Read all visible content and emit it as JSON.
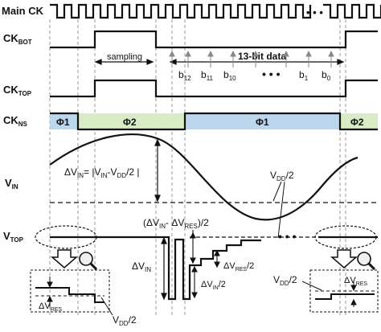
{
  "signals": {
    "main_ck": "Main CK",
    "ck_bot_main": "CK",
    "ck_bot_sub": "BOT",
    "ck_top_main": "CK",
    "ck_top_sub": "TOP",
    "ck_ns_main": "CK",
    "ck_ns_sub": "NS",
    "vin_main": "V",
    "vin_sub": "IN",
    "vtop_main": "V",
    "vtop_sub": "TOP"
  },
  "phases": [
    "Φ1",
    "Φ2",
    "Φ1",
    "Φ2"
  ],
  "annotations": {
    "sampling": "sampling",
    "data": "13-bit data",
    "ellipsis": "• • •",
    "ellipsis_top": "• • •",
    "delta_vin_eq": "ΔV",
    "delta_vin_eq_sub": "IN",
    "delta_vin_eq_rest": "= |V",
    "delta_vin_eq_sub2": "IN",
    "delta_vin_eq_rest2": "-V",
    "delta_vin_eq_sub3": "DD",
    "delta_vin_eq_rest3": "/2 |",
    "vdd2_top": "V",
    "vdd2_top_sub": "DD",
    "vdd2_top_rest": "/2",
    "half_diff_a": "(ΔV",
    "half_diff_a_sub": "IN",
    "half_diff_b": "- ΔV",
    "half_diff_b_sub": "RES",
    "half_diff_c": ")/2",
    "dvin_big": "ΔV",
    "dvin_big_sub": "IN",
    "dvres2_a": "ΔV",
    "dvres2_a_sub": "RES",
    "dvres2_a_rest": "/2",
    "dvin2_a": "ΔV",
    "dvin2_a_sub": "IN",
    "dvin2_a_rest": "/2",
    "left_dvres": "ΔV",
    "left_dvres_sub": "RES",
    "left_vdd2": "V",
    "left_vdd2_sub": "DD",
    "left_vdd2_rest": "/2",
    "right_vdd2": "V",
    "right_vdd2_sub": "DD",
    "right_vdd2_rest": "/2",
    "right_dvres": "ΔV",
    "right_dvres_sub": "RES"
  },
  "bits": [
    {
      "main": "b",
      "sub": "12"
    },
    {
      "main": "b",
      "sub": "11"
    },
    {
      "main": "b",
      "sub": "10"
    },
    {
      "main": "b",
      "sub": "1"
    },
    {
      "main": "b",
      "sub": "0"
    }
  ],
  "colors": {
    "phi1": "#bcd6ee",
    "phi2": "#d7ecc4",
    "line": "#111111",
    "grid": "#9a9a9a"
  },
  "icons": [
    "down-arrow-icon",
    "magnifier-icon"
  ]
}
